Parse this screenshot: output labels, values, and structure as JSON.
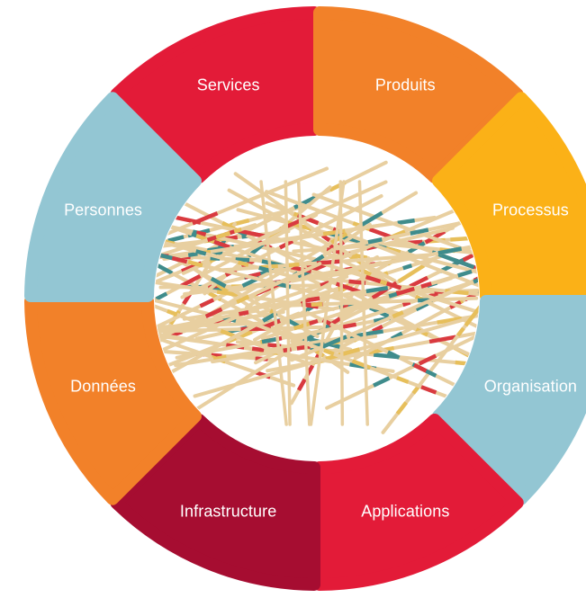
{
  "segments": [
    {
      "label": "Services",
      "color": "#e31b38"
    },
    {
      "label": "Produits",
      "color": "#f28129"
    },
    {
      "label": "Processus",
      "color": "#fbb117"
    },
    {
      "label": "Organisation",
      "color": "#93c6d3"
    },
    {
      "label": "Applications",
      "color": "#e31b38"
    },
    {
      "label": "Infrastructure",
      "color": "#a60d31"
    },
    {
      "label": "Données",
      "color": "#f28129"
    },
    {
      "label": "Personnes",
      "color": "#93c6d3"
    }
  ],
  "center_image": {
    "icon": "mikado-sticks-photo",
    "stick_colors": [
      "#e8cfa0",
      "#d93a3f",
      "#3f8c8c",
      "#e7bf5b"
    ]
  }
}
